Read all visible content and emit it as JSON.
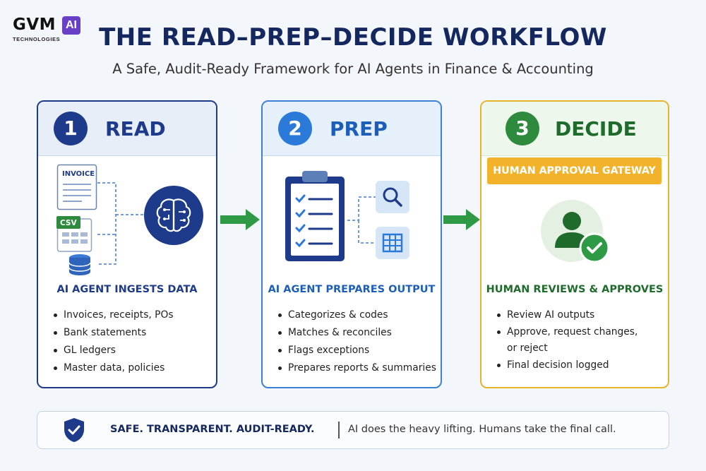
{
  "logo": {
    "text": "GVM",
    "badge": "AI",
    "tagline": "TECHNOLOGIES"
  },
  "header": {
    "title": "THE READ–PREP–DECIDE WORKFLOW",
    "subtitle": "A Safe, Audit-Ready Framework for AI Agents in Finance & Accounting"
  },
  "steps": [
    {
      "number": "1",
      "title": "READ",
      "caption": "AI AGENT INGESTS DATA",
      "icons": {
        "invoice_label": "INVOICE",
        "csv_label": "CSV",
        "icon_names": [
          "invoice-document-icon",
          "csv-file-icon",
          "database-icon",
          "ai-brain-icon"
        ]
      },
      "bullets": [
        "Invoices, receipts, POs",
        "Bank statements",
        "GL ledgers",
        "Master data, policies"
      ],
      "color": "#1e3a8a"
    },
    {
      "number": "2",
      "title": "PREP",
      "caption": "AI AGENT PREPARES OUTPUT",
      "icons": {
        "icon_names": [
          "checklist-clipboard-icon",
          "search-icon",
          "table-icon"
        ]
      },
      "bullets": [
        "Categorizes & codes",
        "Matches & reconciles",
        "Flags exceptions",
        "Prepares reports & summaries"
      ],
      "color": "#2b7ad9"
    },
    {
      "number": "3",
      "title": "DECIDE",
      "gateway": "HUMAN APPROVAL GATEWAY",
      "caption": "HUMAN REVIEWS & APPROVES",
      "icons": {
        "icon_names": [
          "user-approved-icon"
        ]
      },
      "bullets": [
        "Review AI outputs",
        "Approve, request changes,",
        "or reject",
        "Final decision logged"
      ],
      "color": "#2e8b3e"
    }
  ],
  "footer": {
    "bold": "SAFE. TRANSPARENT. AUDIT-READY.",
    "text": "AI does the heavy lifting. Humans take the final call.",
    "icon": "shield-check-icon"
  },
  "colors": {
    "navy": "#14275e",
    "arrow": "#2e9a45",
    "gateway": "#f2b32a"
  }
}
